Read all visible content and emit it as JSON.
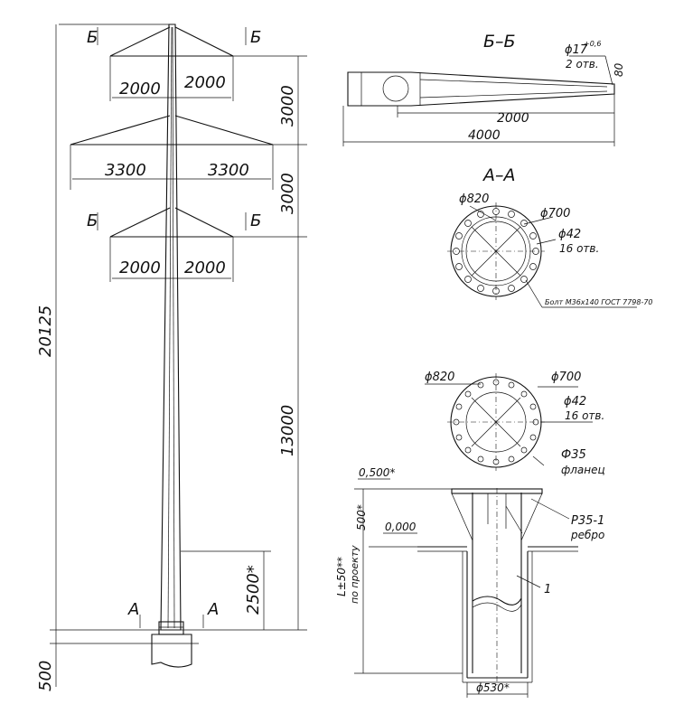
{
  "main_view": {
    "section_b_mark": "Б",
    "section_a_mark": "А",
    "dims": {
      "upper_left": "2000",
      "upper_right": "2000",
      "middle_left": "3300",
      "middle_right": "3300",
      "lower_left": "2000",
      "lower_right": "2000",
      "gap_upper": "3000",
      "gap_middle": "3000",
      "lower_shaft": "13000",
      "total_height": "20125",
      "ground": "2500*",
      "embed": "500"
    }
  },
  "section_bb": {
    "title": "Б–Б",
    "hole": "ϕ17",
    "hole_tol": "+0,6",
    "hole_count": "2 отв.",
    "arm_depth": "80",
    "arm_length": "2000",
    "total_length": "4000"
  },
  "section_aa": {
    "title": "А–А",
    "outer_dia": "ϕ820",
    "bolt_circle": "ϕ700",
    "hole_dia": "ϕ42",
    "hole_count": "16 отв.",
    "bolt_spec": "Болт М36х140 ГОСТ 7798-70"
  },
  "flange_view": {
    "outer_dia": "ϕ820",
    "bolt_circle": "ϕ700",
    "hole_dia": "ϕ42",
    "hole_count": "16 отв.",
    "flange_code": "Ф35",
    "flange_label": "фланец"
  },
  "foundation": {
    "level_top": "0,500*",
    "level_ground": "0,000",
    "depth_top": "500*",
    "depth_total": "L±50**",
    "depth_note": "по проекту",
    "rib_code": "Р35-1",
    "rib_label": "ребро",
    "item_no": "1",
    "pipe_dia": "ϕ530*"
  }
}
